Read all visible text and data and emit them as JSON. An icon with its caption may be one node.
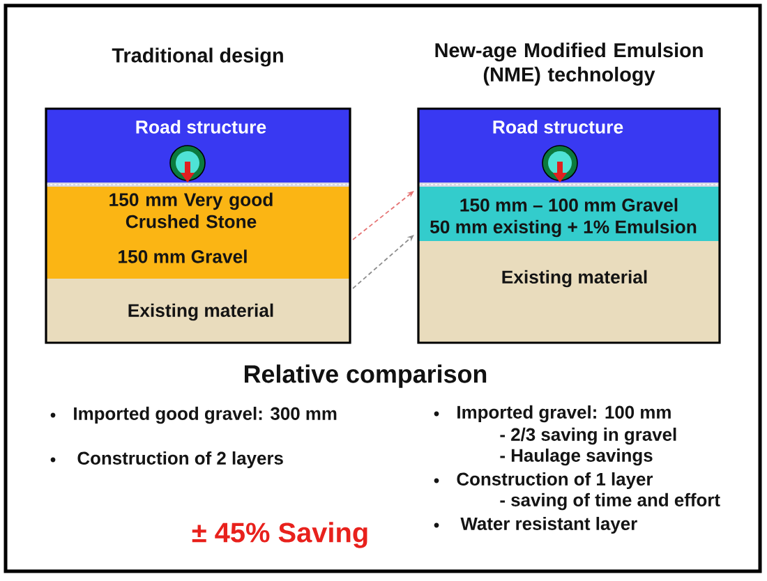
{
  "diagram": {
    "nodes": [
      {
        "text": [
          "Traditional design"
        ]
      },
      {
        "text": [
          "Road structure"
        ],
        "in": 0
      },
      {
        "text": [
          "150 mm Very good Crushed Stone"
        ],
        "in": 0
      },
      {
        "text": [
          "150 mm Gravel"
        ],
        "in": 0
      },
      {
        "text": [
          "Existing material"
        ],
        "in": 0
      },
      {
        "text": [
          "New-age Modified Emulsion (NME) technology"
        ]
      },
      {
        "text": [
          "Road structure"
        ],
        "in": 5
      },
      {
        "text": [
          "150 mm – 100 mm Gravel",
          "50 mm existing + 1% Emulsion"
        ],
        "in": 5
      },
      {
        "text": [
          "Existing material"
        ],
        "in": 5
      }
    ],
    "edges": [
      {
        "from": 3,
        "to": 7,
        "arrow": "to",
        "style": "dashed",
        "color": "#e57373"
      },
      {
        "from": 4,
        "to": 7,
        "arrow": "to",
        "style": "dashed",
        "color": "#8c8c8c"
      }
    ],
    "labels": [
      "Relative comparison",
      "Imported good gravel: 300 mm",
      "Construction of 2 layers",
      "Imported gravel: 100 mm",
      "- 2/3 saving in gravel",
      "- Haulage savings",
      "Construction of 1 layer",
      "- saving of time and effort",
      "Water resistant layer",
      "± 45% Saving"
    ]
  }
}
